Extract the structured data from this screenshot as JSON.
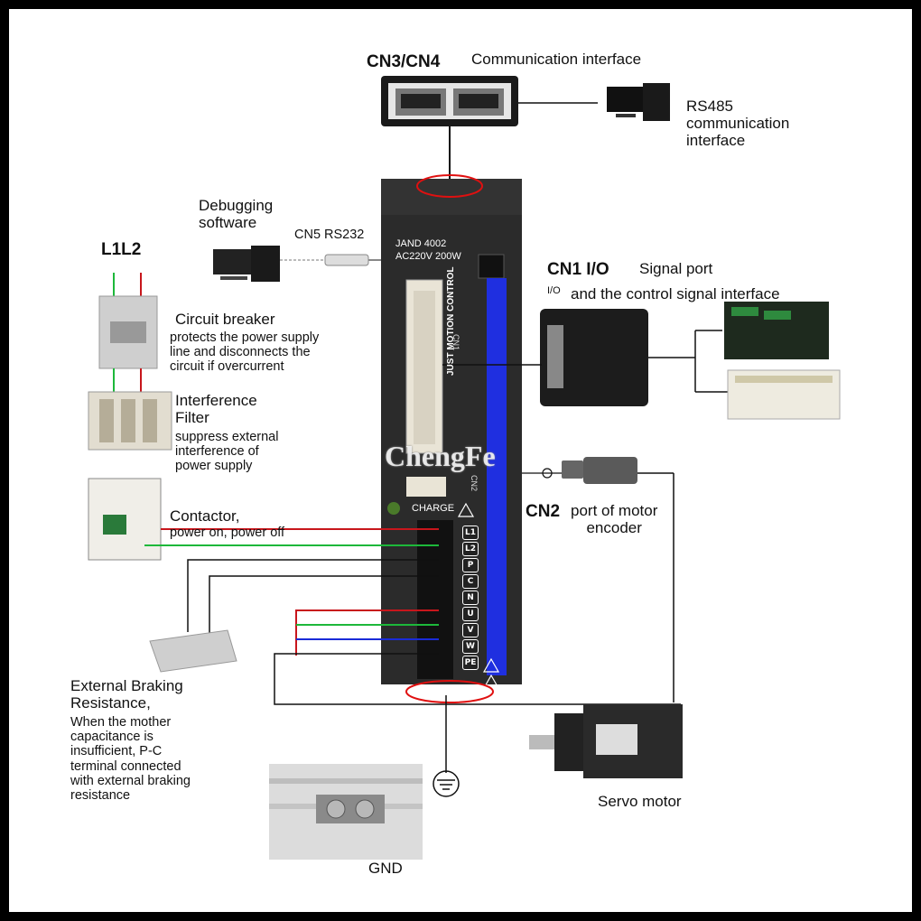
{
  "top_connector": {
    "title": "CN3/CN4",
    "subtitle": "Communication interface"
  },
  "rs485": {
    "label": "RS485\ncommunication\ninterface"
  },
  "debug": {
    "label": "Debugging\nsoftware",
    "port": "CN5 RS232"
  },
  "power_input": {
    "label": "L1L2"
  },
  "drive": {
    "model": "JAND 4002",
    "rating": "AC220V 200W",
    "brand_strip": "JUST MOTION CONTROL",
    "cn1_mark": "CN1",
    "cn2_mark": "CN2",
    "charge": "CHARGE",
    "terminals": [
      "L1",
      "L2",
      "P",
      "C",
      "N",
      "U",
      "V",
      "W",
      "PE"
    ]
  },
  "cn1": {
    "title": "CN1  I/O",
    "signal": "Signal port",
    "io": "I/O",
    "desc": "and the control signal interface"
  },
  "breaker": {
    "title": "Circuit breaker",
    "desc": "protects the power supply\nline and disconnects the\ncircuit if overcurrent"
  },
  "filter": {
    "title": "Interference\nFilter",
    "desc": "suppress external\ninterference of\npower supply"
  },
  "contactor": {
    "title": "Contactor,",
    "desc": "power on, power off"
  },
  "cn2": {
    "title": "CN2",
    "desc": "port of motor\nencoder"
  },
  "watermark": {
    "text": "ChengFe"
  },
  "braking": {
    "title": "External Braking\nResistance,",
    "desc": "When the mother\ncapacitance is\ninsufficient, P-C\nterminal connected\nwith external braking\nresistance"
  },
  "gnd": {
    "label": "GND"
  },
  "servo": {
    "label": "Servo motor"
  },
  "colors": {
    "wire_red": "#c8161c",
    "wire_green": "#1db83a",
    "wire_blue": "#1a2bd8",
    "drive_body": "#2b2b2b",
    "blue_strip": "#1f2fe0",
    "highlight_ellipse": "#e01010"
  }
}
